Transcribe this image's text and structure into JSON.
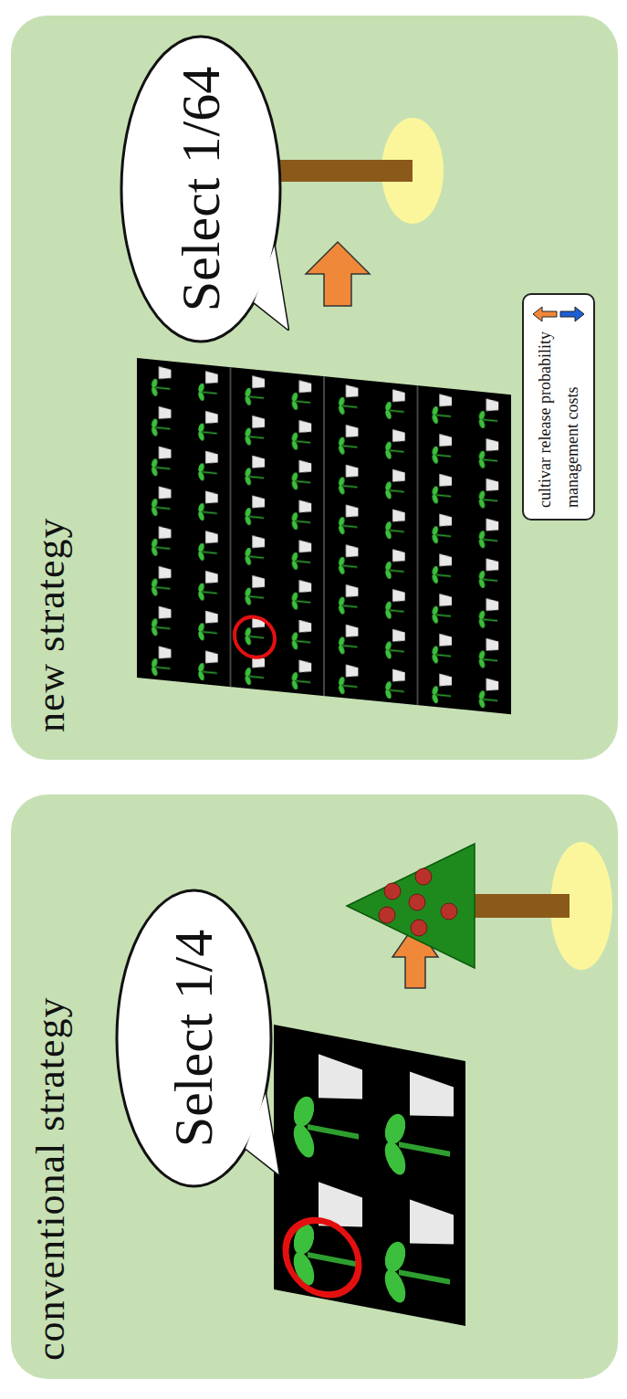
{
  "diagram": {
    "nodes": [
      {
        "text": [
          "conventional strategy"
        ]
      },
      {
        "text": [
          "Select 1/4"
        ],
        "in": 0
      },
      {
        "text": [
          "new strategy"
        ]
      },
      {
        "text": [
          "Select 1/64"
        ],
        "in": 2
      }
    ],
    "legend": [
      {
        "text": "cultivar release probability"
      },
      {
        "text": "management costs"
      }
    ]
  }
}
